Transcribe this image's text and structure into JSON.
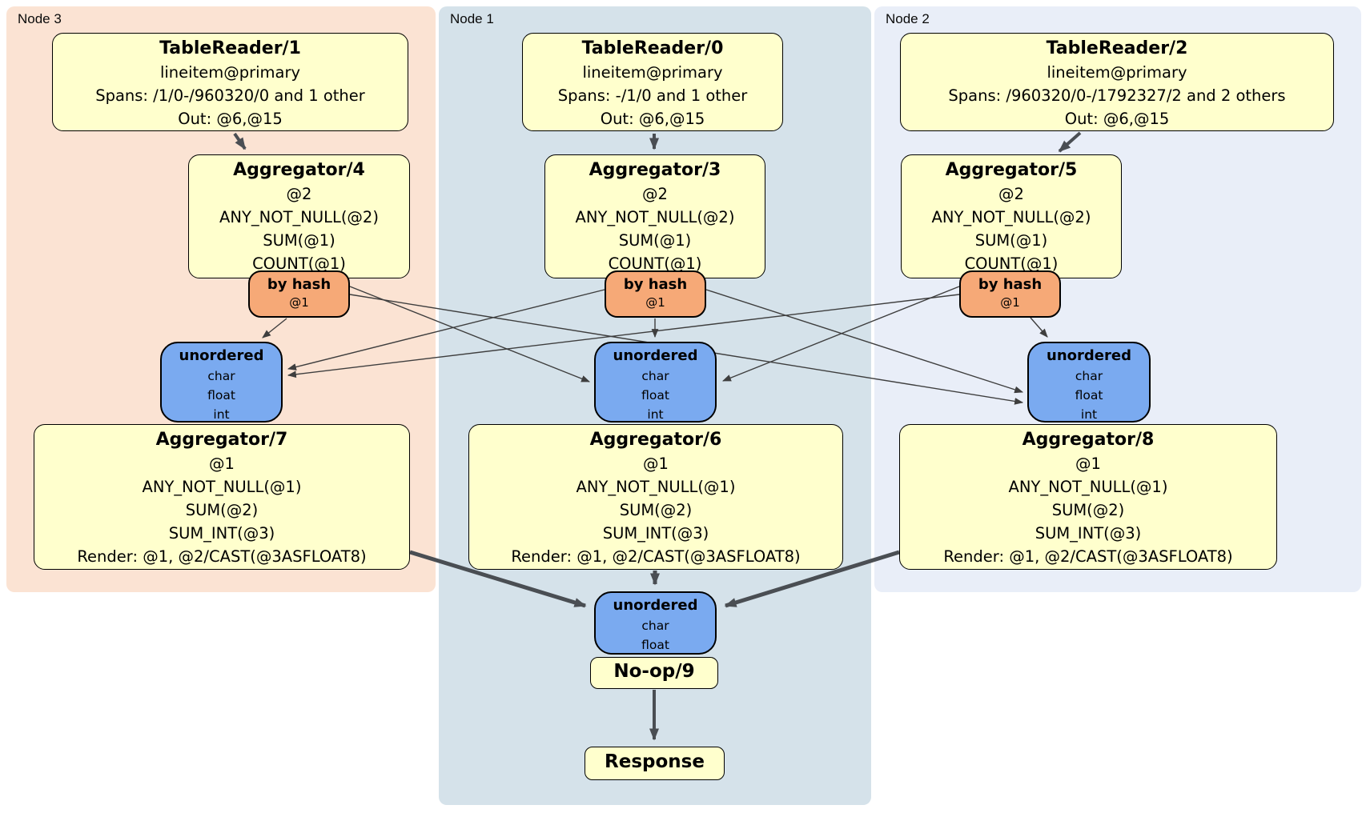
{
  "regions": [
    {
      "label": "Node 3"
    },
    {
      "label": "Node 1"
    },
    {
      "label": "Node 2"
    }
  ],
  "processors": {
    "tr1": {
      "title": "TableReader/1",
      "rows": [
        "lineitem@primary",
        "Spans: /1/0-/960320/0 and 1 other",
        "Out: @6,@15"
      ]
    },
    "tr0": {
      "title": "TableReader/0",
      "rows": [
        "lineitem@primary",
        "Spans: -/1/0 and 1 other",
        "Out: @6,@15"
      ]
    },
    "tr2": {
      "title": "TableReader/2",
      "rows": [
        "lineitem@primary",
        "Spans: /960320/0-/1792327/2 and 2 others",
        "Out: @6,@15"
      ]
    },
    "agg4": {
      "title": "Aggregator/4",
      "rows": [
        "@2",
        "ANY_NOT_NULL(@2)",
        "SUM(@1)",
        "COUNT(@1)"
      ]
    },
    "agg3": {
      "title": "Aggregator/3",
      "rows": [
        "@2",
        "ANY_NOT_NULL(@2)",
        "SUM(@1)",
        "COUNT(@1)"
      ]
    },
    "agg5": {
      "title": "Aggregator/5",
      "rows": [
        "@2",
        "ANY_NOT_NULL(@2)",
        "SUM(@1)",
        "COUNT(@1)"
      ]
    },
    "agg7": {
      "title": "Aggregator/7",
      "rows": [
        "@1",
        "ANY_NOT_NULL(@1)",
        "SUM(@2)",
        "SUM_INT(@3)",
        "Render: @1, @2/CAST(@3ASFLOAT8)"
      ]
    },
    "agg6": {
      "title": "Aggregator/6",
      "rows": [
        "@1",
        "ANY_NOT_NULL(@1)",
        "SUM(@2)",
        "SUM_INT(@3)",
        "Render: @1, @2/CAST(@3ASFLOAT8)"
      ]
    },
    "agg8": {
      "title": "Aggregator/8",
      "rows": [
        "@1",
        "ANY_NOT_NULL(@1)",
        "SUM(@2)",
        "SUM_INT(@3)",
        "Render: @1, @2/CAST(@3ASFLOAT8)"
      ]
    },
    "noop": {
      "title": "No-op/9"
    },
    "response": {
      "title": "Response"
    }
  },
  "routers": {
    "hash_left": {
      "title": "by hash",
      "rows": [
        "@1"
      ]
    },
    "hash_center": {
      "title": "by hash",
      "rows": [
        "@1"
      ]
    },
    "hash_right": {
      "title": "by hash",
      "rows": [
        "@1"
      ]
    }
  },
  "syncs": {
    "left": {
      "title": "unordered",
      "rows": [
        "char",
        "float",
        "int"
      ]
    },
    "center": {
      "title": "unordered",
      "rows": [
        "char",
        "float",
        "int"
      ]
    },
    "right": {
      "title": "unordered",
      "rows": [
        "char",
        "float",
        "int"
      ]
    },
    "final": {
      "title": "unordered",
      "rows": [
        "char",
        "float"
      ]
    }
  },
  "colors": {
    "region-node3": "#fbe3d3",
    "region-node1": "#d5e2ea",
    "region-node2": "#e9eef8",
    "box-yellow": "#ffffcd",
    "box-orange": "#f6a977",
    "box-blue": "#7aaaf0",
    "edge-thick": "#4a4e53",
    "edge-thin": "#3e3e3e",
    "border": "#000000"
  }
}
